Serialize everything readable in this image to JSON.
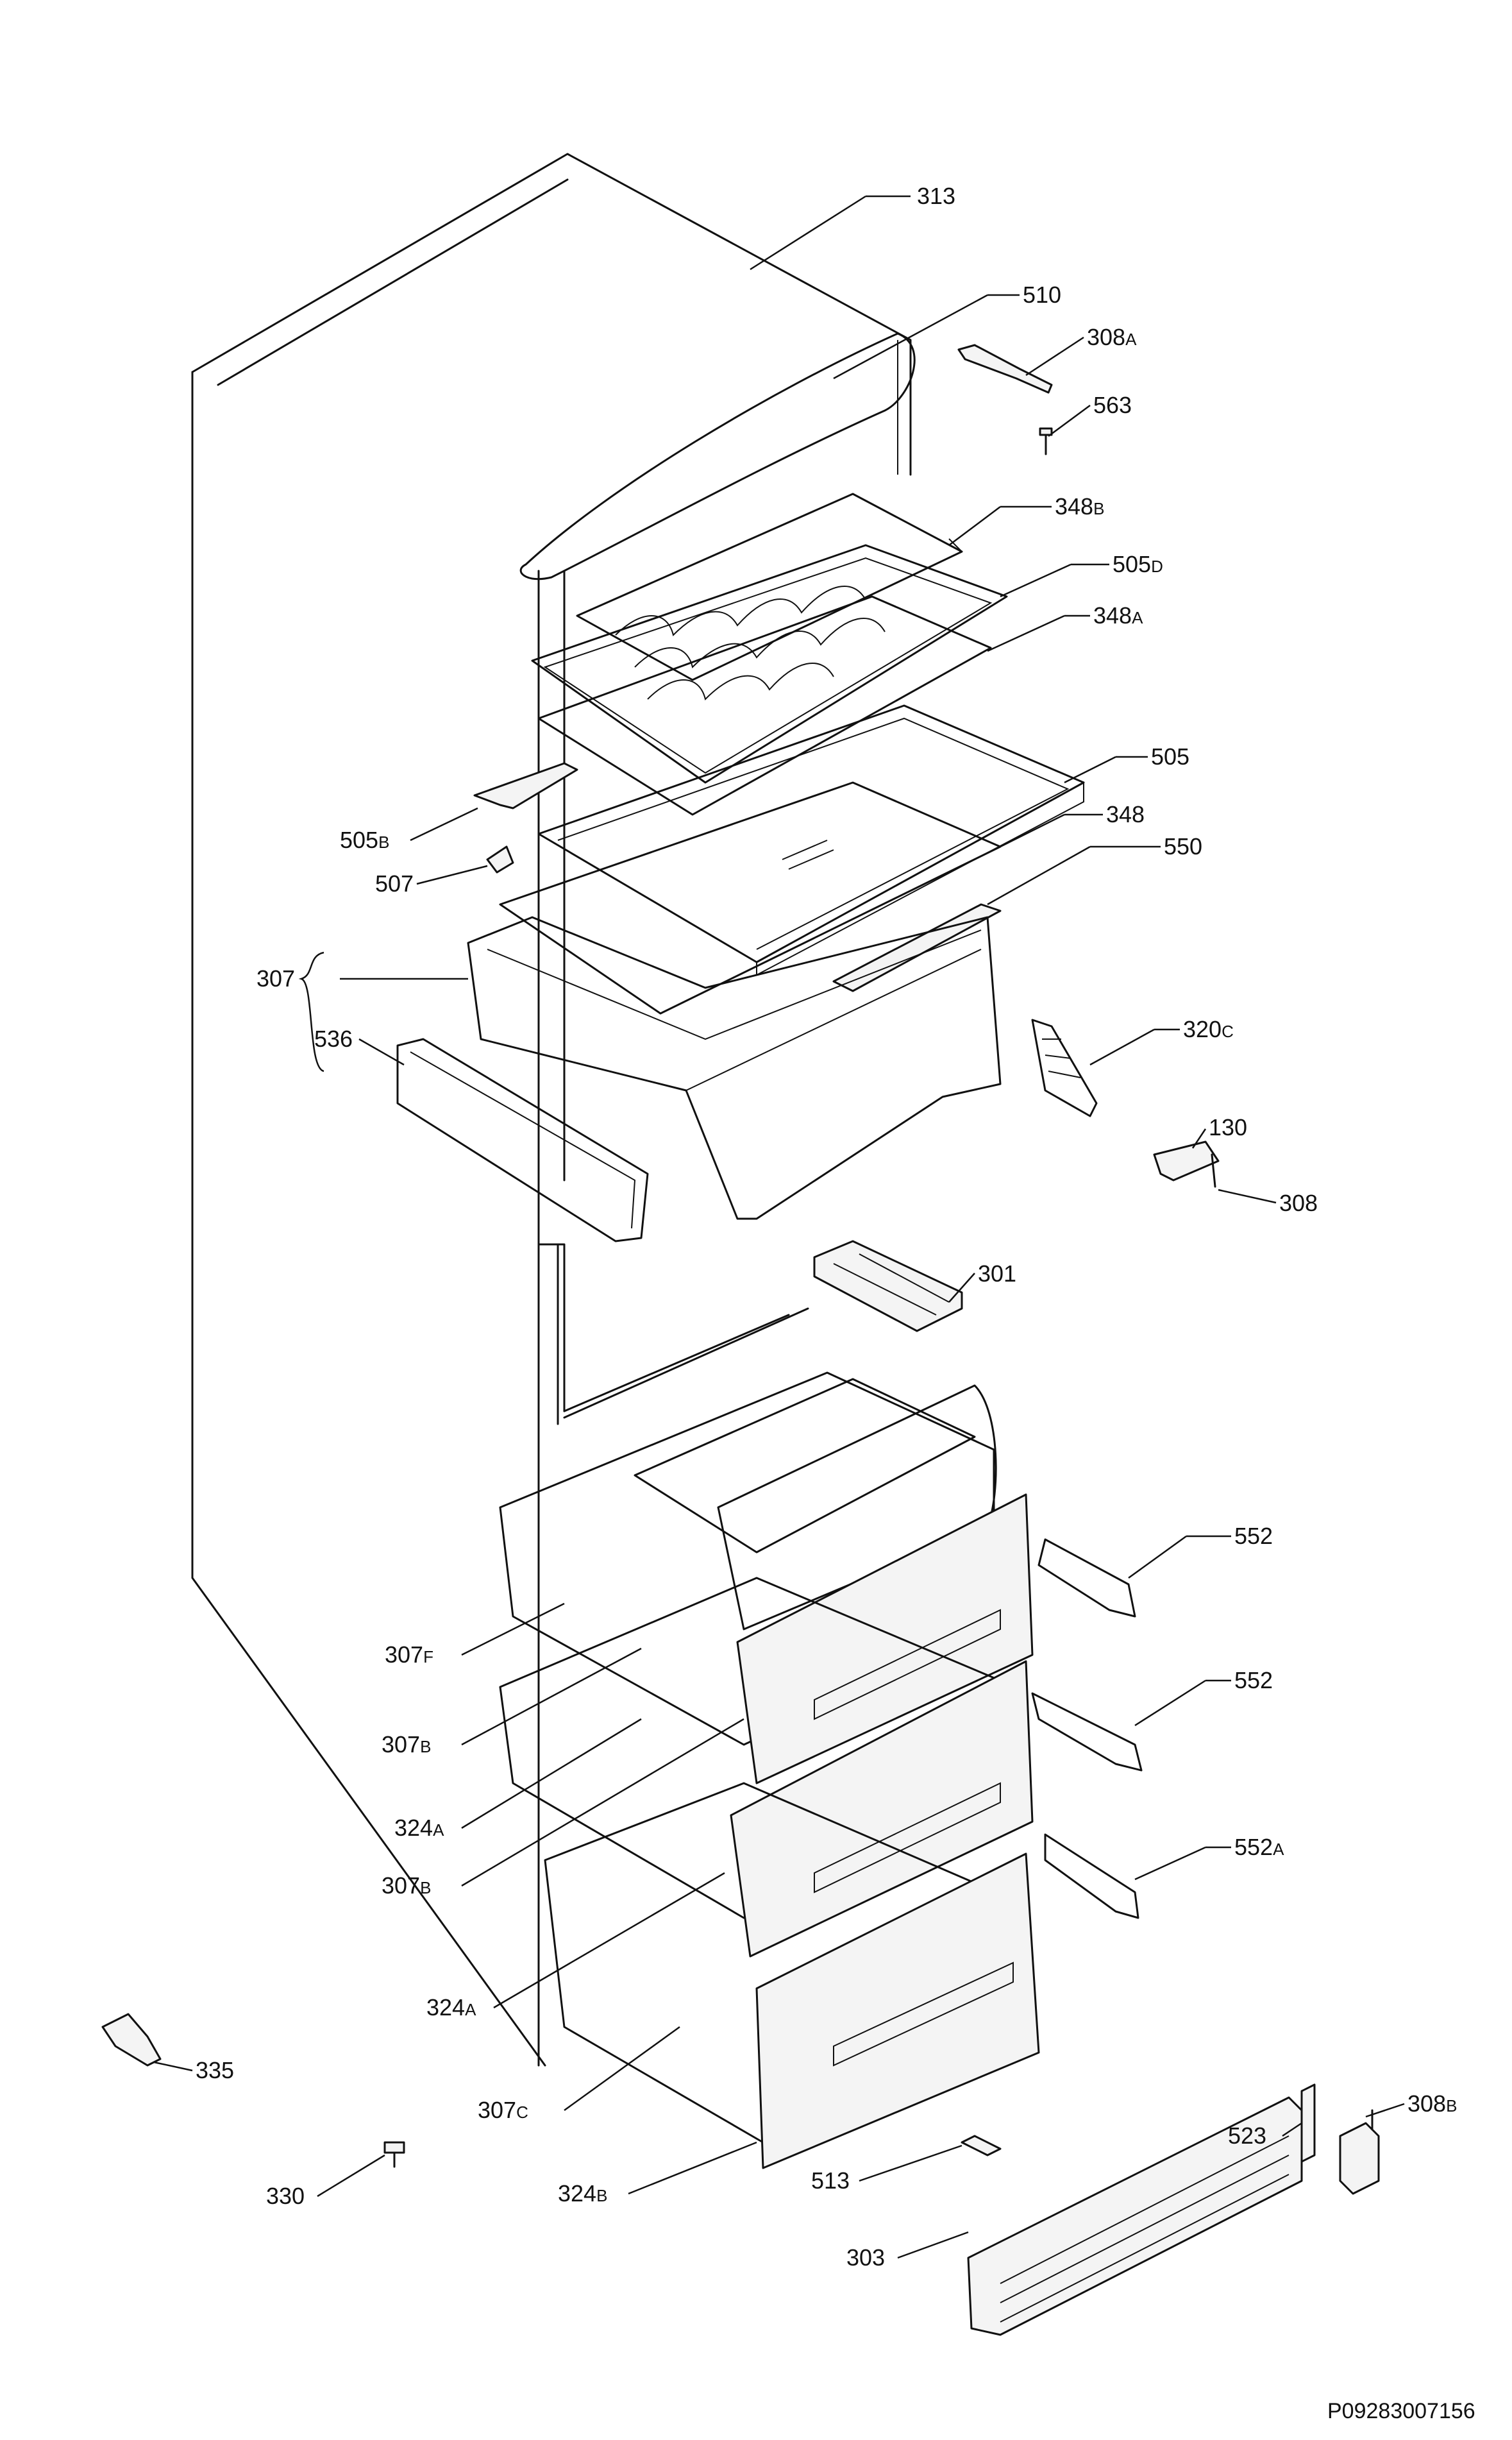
{
  "document_number": "P09283007156",
  "callouts": [
    {
      "id": "313",
      "main": "313",
      "sub": ""
    },
    {
      "id": "510",
      "main": "510",
      "sub": ""
    },
    {
      "id": "308a",
      "main": "308",
      "sub": "A"
    },
    {
      "id": "563",
      "main": "563",
      "sub": ""
    },
    {
      "id": "348b",
      "main": "348",
      "sub": "B"
    },
    {
      "id": "505d",
      "main": "505",
      "sub": "D"
    },
    {
      "id": "348a",
      "main": "348",
      "sub": "A"
    },
    {
      "id": "505",
      "main": "505",
      "sub": ""
    },
    {
      "id": "505b",
      "main": "505",
      "sub": "B"
    },
    {
      "id": "348",
      "main": "348",
      "sub": ""
    },
    {
      "id": "507",
      "main": "507",
      "sub": ""
    },
    {
      "id": "550",
      "main": "550",
      "sub": ""
    },
    {
      "id": "307",
      "main": "307",
      "sub": ""
    },
    {
      "id": "536",
      "main": "536",
      "sub": ""
    },
    {
      "id": "320c",
      "main": "320",
      "sub": "C"
    },
    {
      "id": "130",
      "main": "130",
      "sub": ""
    },
    {
      "id": "308",
      "main": "308",
      "sub": ""
    },
    {
      "id": "301",
      "main": "301",
      "sub": ""
    },
    {
      "id": "552-top",
      "main": "552",
      "sub": ""
    },
    {
      "id": "307f",
      "main": "307",
      "sub": "F"
    },
    {
      "id": "552-mid",
      "main": "552",
      "sub": ""
    },
    {
      "id": "307b-1",
      "main": "307",
      "sub": "B"
    },
    {
      "id": "324a-1",
      "main": "324",
      "sub": "A"
    },
    {
      "id": "552a",
      "main": "552",
      "sub": "A"
    },
    {
      "id": "307b-2",
      "main": "307",
      "sub": "B"
    },
    {
      "id": "324a-2",
      "main": "324",
      "sub": "A"
    },
    {
      "id": "335",
      "main": "335",
      "sub": ""
    },
    {
      "id": "307c",
      "main": "307",
      "sub": "C"
    },
    {
      "id": "308b",
      "main": "308",
      "sub": "B"
    },
    {
      "id": "523",
      "main": "523",
      "sub": ""
    },
    {
      "id": "330",
      "main": "330",
      "sub": ""
    },
    {
      "id": "324b",
      "main": "324",
      "sub": "B"
    },
    {
      "id": "513",
      "main": "513",
      "sub": ""
    },
    {
      "id": "303",
      "main": "303",
      "sub": ""
    }
  ]
}
